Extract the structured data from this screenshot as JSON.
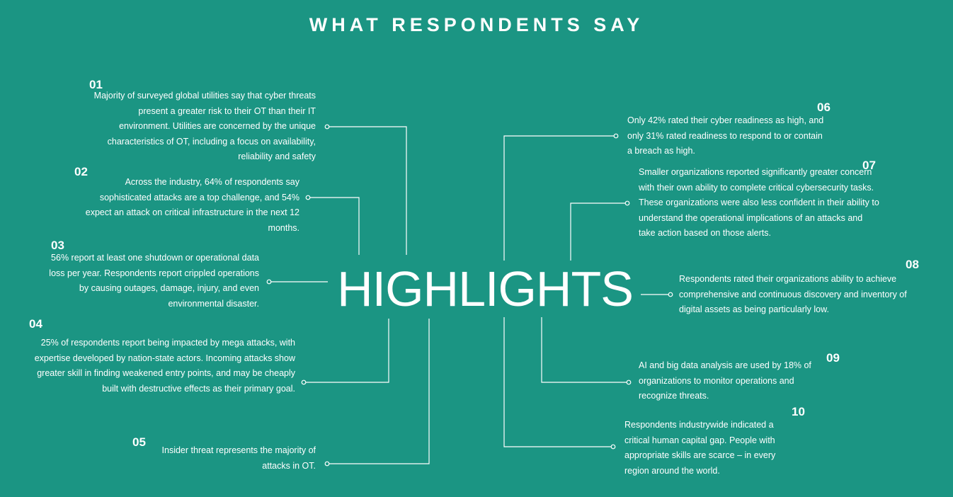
{
  "header": {
    "title": "WHAT RESPONDENTS SAY"
  },
  "center": {
    "label": "HIGHLIGHTS"
  },
  "items": [
    {
      "number": "01",
      "text": "Majority of surveyed global utilities say that cyber threats present a greater risk to their OT than their IT environment. Utilities are concerned by the unique characteristics of OT, including a focus on availability, reliability and safety"
    },
    {
      "number": "02",
      "text": "Across the industry, 64% of respondents say sophisticated attacks are a top challenge, and 54% expect an attack on critical infrastructure in the next 12 months."
    },
    {
      "number": "03",
      "text": "56% report at least one shutdown or operational data loss per year. Respondents report crippled operations by causing outages, damage, injury, and even environmental disaster."
    },
    {
      "number": "04",
      "text": "25% of respondents report being impacted by mega attacks, with expertise developed by nation-state actors. Incoming attacks show greater skill in finding weakened entry points, and may be cheaply built with destructive effects as their primary goal."
    },
    {
      "number": "05",
      "text": "Insider threat represents the majority of attacks in OT."
    },
    {
      "number": "06",
      "text": "Only 42% rated their cyber readiness as high, and only 31% rated readiness to respond to or contain a breach as high."
    },
    {
      "number": "07",
      "text": "Smaller organizations reported significantly greater concern with their own ability to complete critical cybersecurity tasks. These organizations were also less confident in their ability to understand the operational implications of an attacks and take action based on those alerts."
    },
    {
      "number": "08",
      "text": "Respondents rated their organizations ability to achieve comprehensive and continuous discovery and inventory of digital assets as being particularly low."
    },
    {
      "number": "09",
      "text": "AI and big data analysis are used by 18% of organizations to monitor operations and recognize threats."
    },
    {
      "number": "10",
      "text": "Respondents industrywide indicated a critical human capital gap. People with appropriate skills are scarce – in every region around the world."
    }
  ]
}
